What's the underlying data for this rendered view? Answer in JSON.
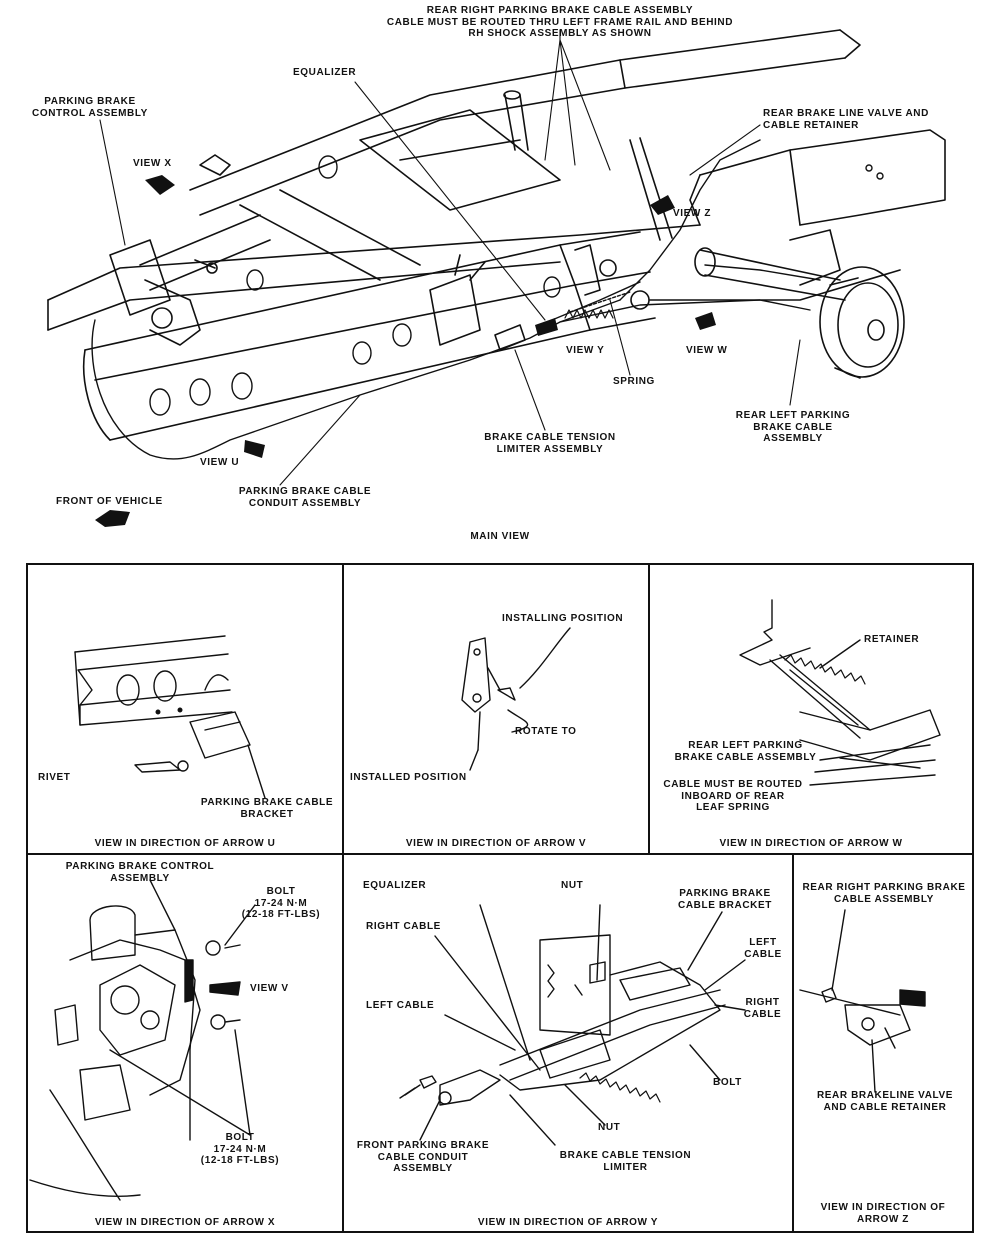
{
  "main": {
    "rear_right_cable": "REAR RIGHT PARKING BRAKE CABLE ASSEMBLY\nCABLE MUST BE ROUTED THRU LEFT FRAME RAIL AND BEHIND\nRH SHOCK ASSEMBLY AS SHOWN",
    "equalizer": "EQUALIZER",
    "control_assembly": "PARKING BRAKE\nCONTROL ASSEMBLY",
    "rear_valve": "REAR BRAKE LINE VALVE AND\nCABLE RETAINER",
    "view_x": "VIEW X",
    "view_z": "VIEW Z",
    "view_y": "VIEW Y",
    "view_w": "VIEW W",
    "spring": "SPRING",
    "rear_left_cable": "REAR LEFT PARKING\nBRAKE CABLE\nASSEMBLY",
    "tension_limiter": "BRAKE CABLE TENSION\nLIMITER ASSEMBLY",
    "view_u": "VIEW U",
    "conduit": "PARKING BRAKE CABLE\nCONDUIT ASSEMBLY",
    "front_of_vehicle": "FRONT OF VEHICLE",
    "main_view": "MAIN VIEW"
  },
  "panel_u": {
    "rivet": "RIVET",
    "bracket": "PARKING BRAKE CABLE\nBRACKET",
    "caption": "VIEW IN DIRECTION OF ARROW U"
  },
  "panel_v": {
    "installing": "INSTALLING POSITION",
    "rotate": "ROTATE TO",
    "installed": "INSTALLED POSITION",
    "caption": "VIEW IN DIRECTION OF ARROW V"
  },
  "panel_w": {
    "retainer": "RETAINER",
    "rear_left": "REAR LEFT PARKING\nBRAKE CABLE ASSEMBLY",
    "routed": "CABLE MUST BE ROUTED\nINBOARD OF REAR\nLEAF SPRING",
    "caption": "VIEW IN DIRECTION OF ARROW W"
  },
  "panel_x": {
    "control": "PARKING BRAKE CONTROL\nASSEMBLY",
    "bolt_top": "BOLT\n17-24 N·m\n(12-18 FT-LBS)",
    "view_v": "VIEW V",
    "bolt_bottom": "BOLT\n17-24 N·m\n(12-18 FT-LBS)",
    "caption": "VIEW IN DIRECTION OF ARROW X"
  },
  "panel_y": {
    "equalizer": "EQUALIZER",
    "nut_top": "NUT",
    "bracket": "PARKING BRAKE\nCABLE BRACKET",
    "right_cable_top": "RIGHT CABLE",
    "left_cable_right": "LEFT\nCABLE",
    "right_cable_right": "RIGHT\nCABLE",
    "left_cable_left": "LEFT CABLE",
    "bolt": "BOLT",
    "nut_bottom": "NUT",
    "front_conduit": "FRONT PARKING BRAKE\nCABLE CONDUIT\nASSEMBLY",
    "tension": "BRAKE CABLE TENSION\nLIMITER",
    "caption": "VIEW IN DIRECTION OF ARROW Y"
  },
  "panel_z": {
    "rear_right": "REAR RIGHT PARKING BRAKE\nCABLE ASSEMBLY",
    "valve": "REAR BRAKELINE VALVE\nAND CABLE RETAINER",
    "caption": "VIEW IN DIRECTION OF\nARROW Z"
  }
}
